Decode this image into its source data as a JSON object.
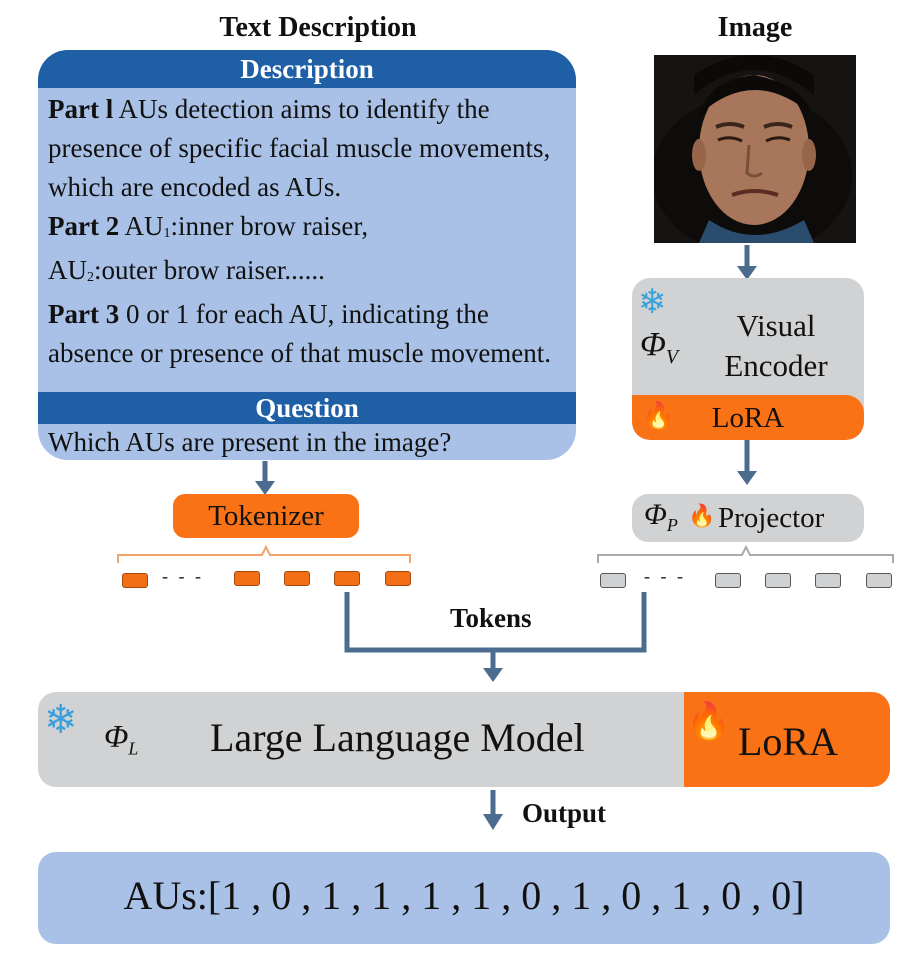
{
  "headings": {
    "text_description": "Text Description",
    "image": "Image"
  },
  "description_box": {
    "title": "Description",
    "part1_label": "Part l",
    "part1_text": " AUs detection aims to identify the presence of specific facial muscle movements, which are encoded as AUs.",
    "part2_label": "Part 2",
    "part2_au1": " AU",
    "part2_au1_sub": "1",
    "part2_au1_text": ":inner brow raiser,",
    "part2_au2": "AU",
    "part2_au2_sub": "2",
    "part2_au2_text": ":outer brow raiser......",
    "part3_label": "Part 3",
    "part3_text": " 0 or 1 for each AU, indicating the absence or presence of that muscle movement.",
    "question_title": "Question",
    "question_text": "Which AUs are present in the image?"
  },
  "visual_encoder": {
    "phi": "Φ",
    "phi_sub": "V",
    "label_line1": "Visual",
    "label_line2": "Encoder",
    "lora": "LoRA"
  },
  "tokenizer": {
    "label": "Tokenizer"
  },
  "projector": {
    "phi": "Φ",
    "phi_sub": "P",
    "label": "Projector"
  },
  "tokens_label": "Tokens",
  "token_dots": "- - -",
  "llm": {
    "phi": "Φ",
    "phi_sub": "L",
    "label": "Large Language Model",
    "lora": "LoRA"
  },
  "output_label": "Output",
  "output_text": "AUs:[1 , 0 , 1 , 1 , 1 , 1 , 0 , 1 , 0 , 1 , 0 , 0]",
  "colors": {
    "blue_header": "#1f5fa5",
    "blue_box": "#a9c1e6",
    "orange": "#f97316",
    "grey": "#d0d2d3",
    "arrow": "#4b6c8e"
  }
}
